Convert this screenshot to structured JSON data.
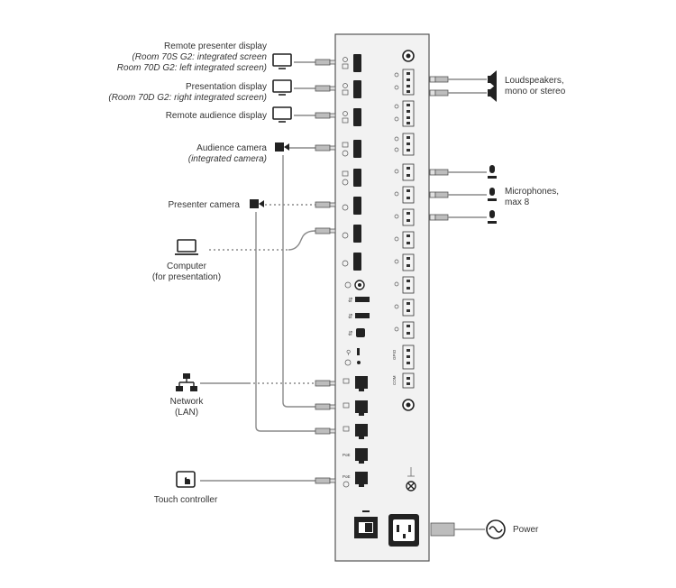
{
  "labels": {
    "remote_presenter_display": {
      "title": "Remote presenter display",
      "line2": "(Room 70S  G2: integrated screen",
      "line3": "Room 70D G2: left integrated screen)"
    },
    "presentation_display": {
      "title": "Presentation display",
      "line2": "(Room 70D G2: right integrated screen)"
    },
    "remote_audience_display": {
      "title": "Remote audience display"
    },
    "audience_camera": {
      "title": "Audience camera",
      "line2": "(integrated camera)"
    },
    "presenter_camera": {
      "title": "Presenter camera"
    },
    "computer": {
      "title": "Computer",
      "line2": "(for presentation)"
    },
    "network": {
      "title": "Network",
      "line2": "(LAN)"
    },
    "touch_controller": {
      "title": "Touch controller"
    },
    "loudspeakers": {
      "title": "Loudspeakers,",
      "line2": "mono or stereo"
    },
    "microphones": {
      "title": "Microphones,",
      "line2": "max 8"
    },
    "power": {
      "title": "Power"
    }
  },
  "panel_text": {
    "gpio": "GPIO",
    "com": "COM",
    "poe1": "PoE",
    "poe2": "PoE"
  },
  "icons": {
    "display": "monitor-icon",
    "camera": "video-camera-icon",
    "laptop": "laptop-icon",
    "network": "network-icon",
    "touch": "touch-panel-icon",
    "speaker": "loudspeaker-icon",
    "microphone": "microphone-icon",
    "power": "ac-power-icon"
  },
  "colors": {
    "panel": "#f2f2f2",
    "wire": "#8a8a8a",
    "ink": "#333333"
  }
}
